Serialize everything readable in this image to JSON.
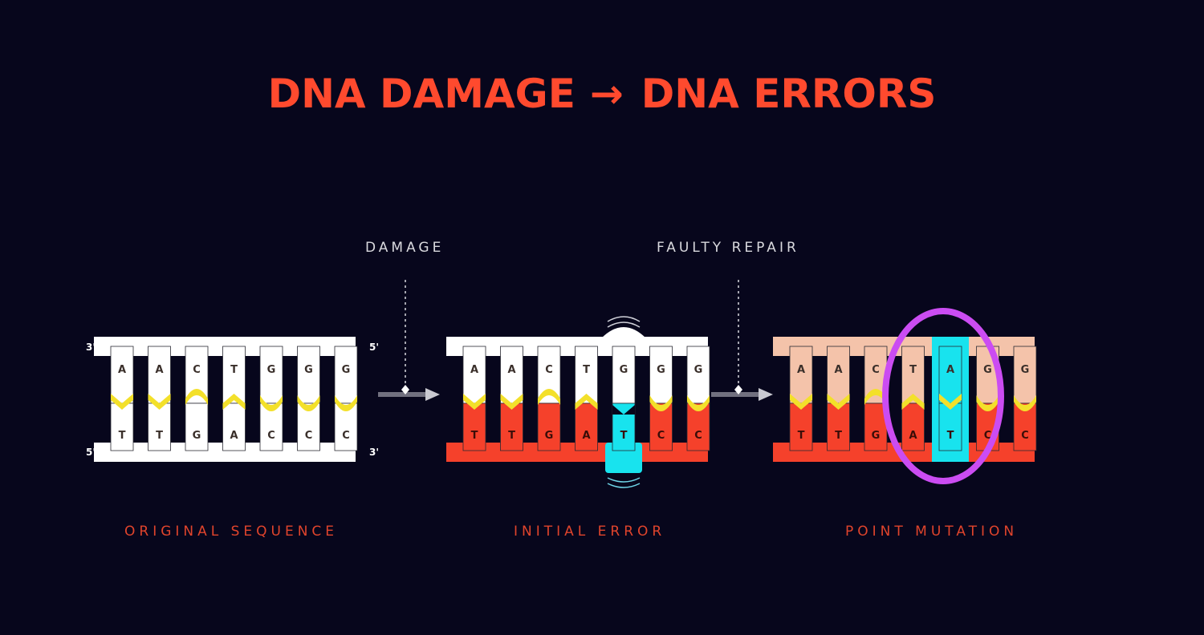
{
  "title": {
    "left": "DNA DAMAGE",
    "arrow": "→",
    "right": "DNA ERRORS"
  },
  "steps": {
    "damage": "DAMAGE",
    "faulty_repair": "FAULTY REPAIR"
  },
  "captions": {
    "original": "ORIGINAL SEQUENCE",
    "initial": "INITIAL ERROR",
    "mutation": "POINT MUTATION"
  },
  "strand_ends": {
    "top_left": "3'",
    "top_right": "5'",
    "bottom_left": "5'",
    "bottom_right": "3'"
  },
  "panels": [
    {
      "name": "original-sequence",
      "top": [
        "A",
        "A",
        "C",
        "T",
        "G",
        "G",
        "G"
      ],
      "bottom": [
        "T",
        "T",
        "G",
        "A",
        "C",
        "C",
        "C"
      ]
    },
    {
      "name": "initial-error",
      "top": [
        "A",
        "A",
        "C",
        "T",
        "G",
        "G",
        "G"
      ],
      "bottom": [
        "T",
        "T",
        "G",
        "A",
        "T",
        "C",
        "C"
      ]
    },
    {
      "name": "point-mutation",
      "top": [
        "A",
        "A",
        "C",
        "T",
        "A",
        "G",
        "G"
      ],
      "bottom": [
        "T",
        "T",
        "G",
        "A",
        "T",
        "C",
        "C"
      ]
    }
  ],
  "colors": {
    "background": "#07061c",
    "title": "#ff4a2e",
    "caption": "#e0442c",
    "white": "#ffffff",
    "red": "#f5412b",
    "peach": "#f4c3aa",
    "cyan": "#18e3ee",
    "yellow": "#f3e02a",
    "highlight_ring": "#cb4cf2",
    "arrow": "#c9c9d1"
  }
}
